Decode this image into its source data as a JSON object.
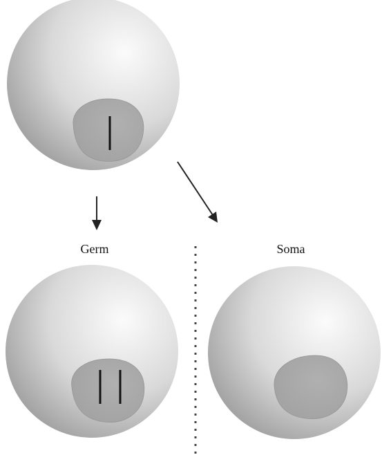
{
  "labels": {
    "germ": "Germ",
    "soma": "Soma"
  },
  "colors": {
    "cell_highlight": "#fbfbfb",
    "cell_mid": "#d9d9d9",
    "cell_shadow": "#9e9e9e",
    "nucleus_fill": "#a8a8a8",
    "chromosome": "#111111",
    "arrow": "#222222",
    "divider": "#444444"
  },
  "cells": [
    {
      "role": "parent",
      "chromosome_count": 1
    },
    {
      "role": "germ-daughter",
      "chromosome_count": 2
    },
    {
      "role": "soma-daughter",
      "chromosome_count": 0
    }
  ]
}
